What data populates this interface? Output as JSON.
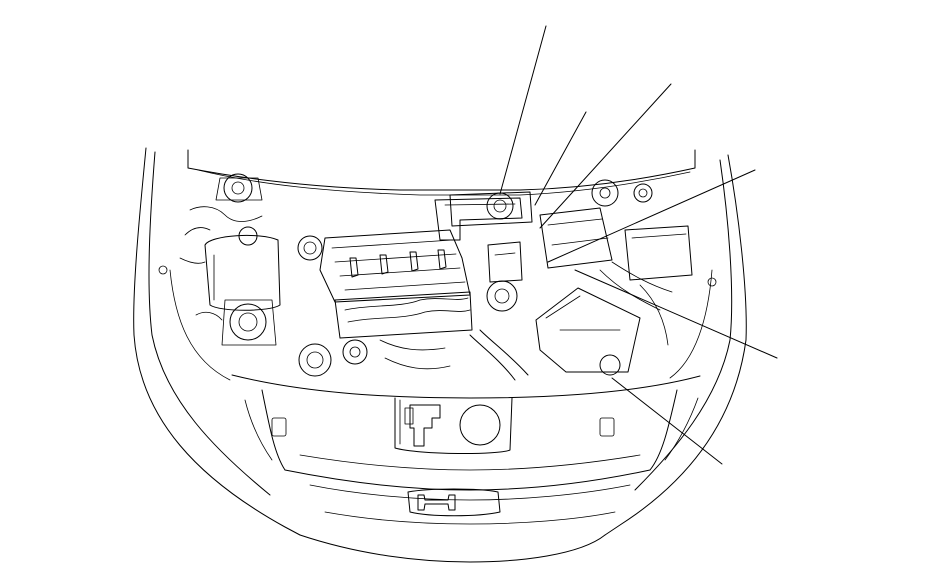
{
  "diagram": {
    "subject": "engine-compartment",
    "stroke_color": "#000000",
    "background_color": "#ffffff",
    "callouts": [
      {
        "id": "callout-1",
        "label": ""
      },
      {
        "id": "callout-2",
        "label": ""
      },
      {
        "id": "callout-3",
        "label": ""
      },
      {
        "id": "callout-4",
        "label": ""
      },
      {
        "id": "callout-5",
        "label": ""
      },
      {
        "id": "callout-6",
        "label": ""
      }
    ],
    "emblem": "honda-h-logo-icon"
  }
}
